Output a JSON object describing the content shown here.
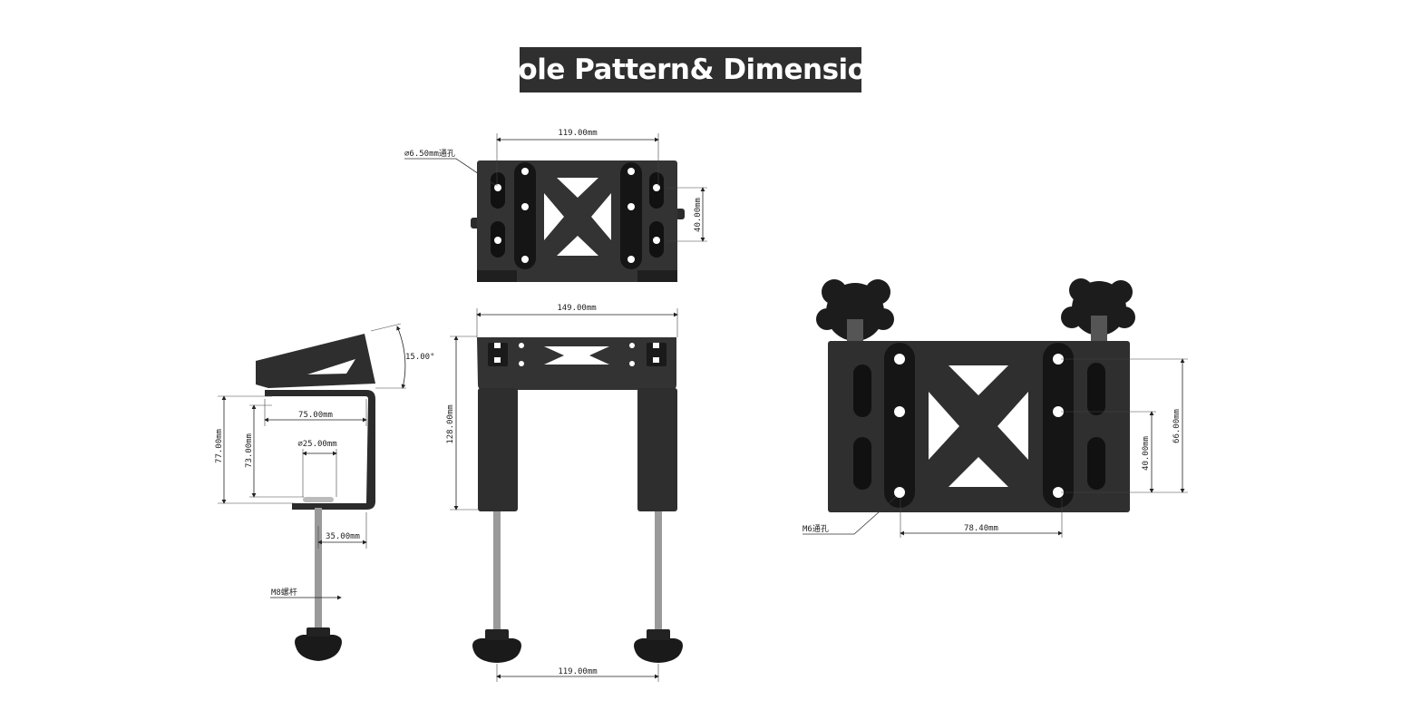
{
  "title": "Hole Pattern& Dimension",
  "colors": {
    "metal": "#2b2b2b",
    "metal_light": "#3c3c3c",
    "knob": "#1a1a1a",
    "rod": "#9a9a9a",
    "title_bg": "#2f2f2f"
  },
  "dimensions": {
    "top_width": "119.00mm",
    "top_hole": "∅6.50mm通孔",
    "top_hole_spacing": "40.00mm",
    "front_width": "149.00mm",
    "front_height": "128.00mm",
    "front_bottom_width": "119.00mm",
    "side_angle": "15.00°",
    "side_depth": "75.00mm",
    "side_height_outer": "77.00mm",
    "side_height_inner": "73.00mm",
    "pad_diameter": "∅25.00mm",
    "rod_offset": "35.00mm",
    "rod_label": "M8螺杆",
    "right_hole_label": "M6通孔",
    "right_hole_spacing_v": "66.00mm",
    "right_hole_spacing_inner": "40.00mm",
    "right_hole_spacing_h": "78.40mm"
  }
}
